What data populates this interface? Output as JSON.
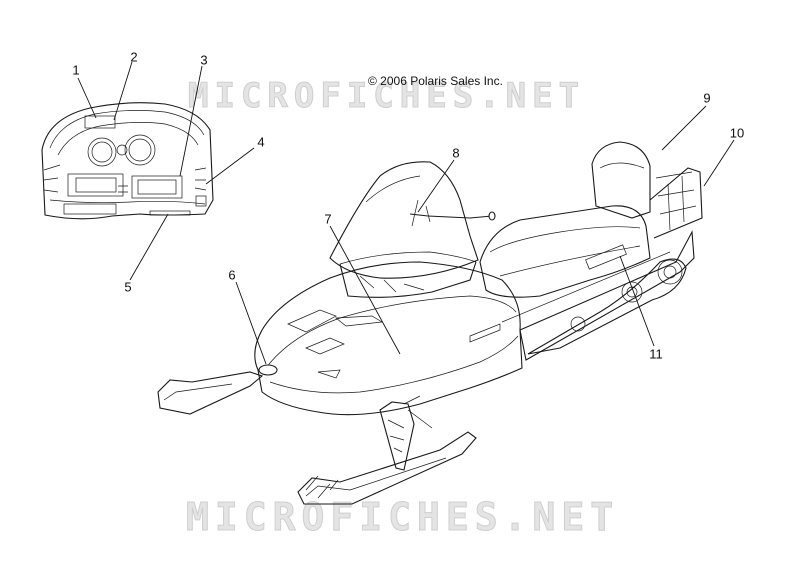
{
  "copyright": "© 2006 Polaris Sales Inc.",
  "watermarks": [
    "MICROFICHES.NET",
    "MICROFICHES.NET"
  ],
  "callouts": [
    {
      "label": "1"
    },
    {
      "label": "2"
    },
    {
      "label": "3"
    },
    {
      "label": "4"
    },
    {
      "label": "5"
    },
    {
      "label": "6"
    },
    {
      "label": "7"
    },
    {
      "label": "8"
    },
    {
      "label": "9"
    },
    {
      "label": "10"
    },
    {
      "label": "11"
    }
  ],
  "colors": {
    "line": "#1a1a1a",
    "watermark": "#e4e4e4"
  }
}
